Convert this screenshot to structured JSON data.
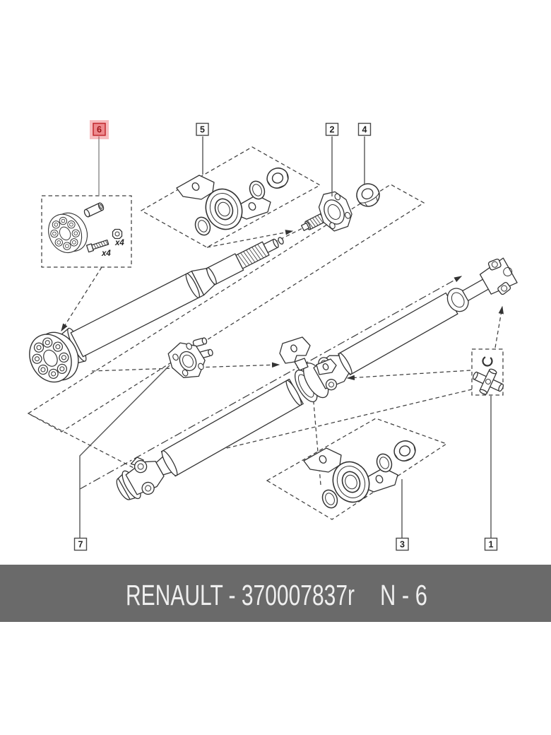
{
  "callouts": {
    "c1": "1",
    "c2": "2",
    "c3": "3",
    "c4": "4",
    "c5": "5",
    "c6": "6",
    "c7": "7"
  },
  "highlight": {
    "callout": "6",
    "halo_color": "rgba(233,64,72,0.35)",
    "box_fill": "#ee8a8e",
    "box_border": "#c0272d",
    "text_color": "#9d1216"
  },
  "annotations": {
    "bolt_qty": "x4",
    "nut_qty": "x4"
  },
  "footer": {
    "left_text": "RENAULT - 370007837r",
    "right_text": "N - 6",
    "background": "#6a6a6a",
    "text_color": "#efefef"
  }
}
